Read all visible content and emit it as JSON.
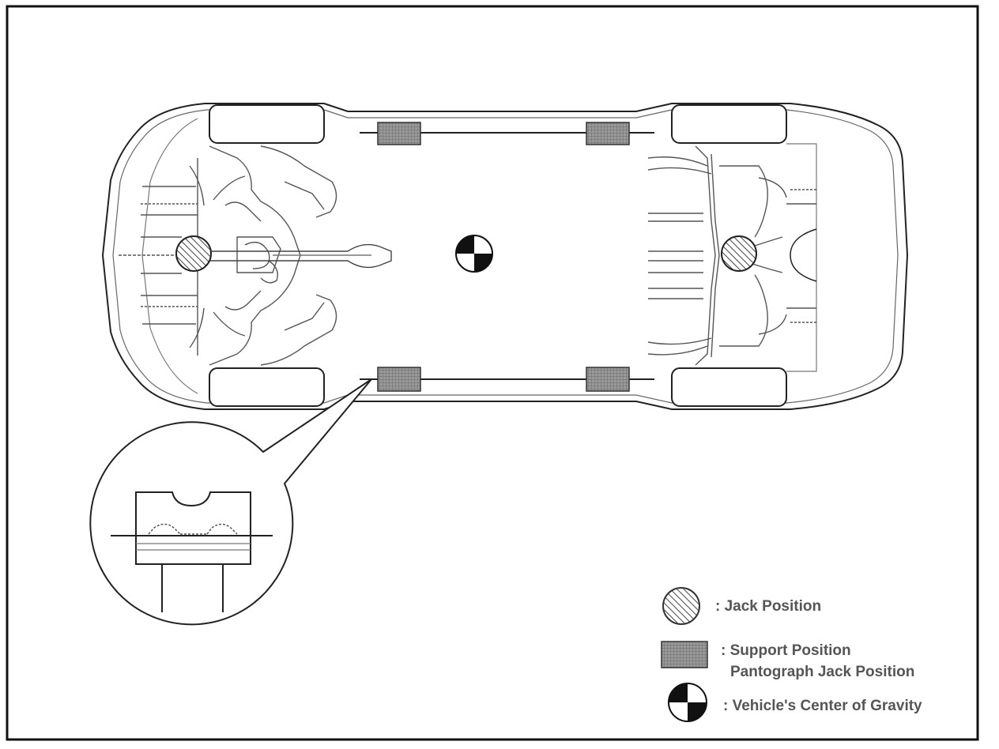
{
  "legend": {
    "jack": ": Jack Position",
    "support_line1": ": Support Position",
    "support_line2": "Pantograph Jack Position",
    "gravity": ": Vehicle's Center of Gravity"
  },
  "colors": {
    "stroke": "#111111",
    "support_fill": "#8a8a8a",
    "hatch": "#444444",
    "label": "#555555"
  },
  "icons": [
    "jack-position-icon",
    "support-position-icon",
    "center-of-gravity-icon"
  ]
}
